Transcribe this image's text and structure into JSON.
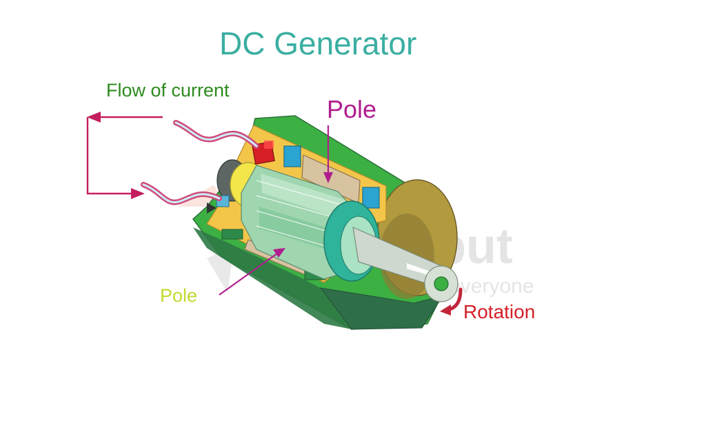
{
  "title": "DC Generator",
  "labels": {
    "flow_of_current": "Flow of current",
    "pole_top": "Pole",
    "pole_bottom": "Pole",
    "rotation": "Rotation"
  },
  "watermark": {
    "brand": "Eduinput",
    "tagline": "Education for everyone"
  },
  "colors": {
    "title": "#3aaea1",
    "flow_label": "#2d8a1e",
    "pole_top_label": "#b01e8e",
    "pole_bottom_label": "#c4d92e",
    "rotation_label": "#d61f26",
    "current_arrow": "#c41e5e",
    "housing_green": "#3cb043",
    "dark_green": "#2e7a45",
    "armature": "#9fd6b0",
    "shaft": "#cfd8cf"
  }
}
